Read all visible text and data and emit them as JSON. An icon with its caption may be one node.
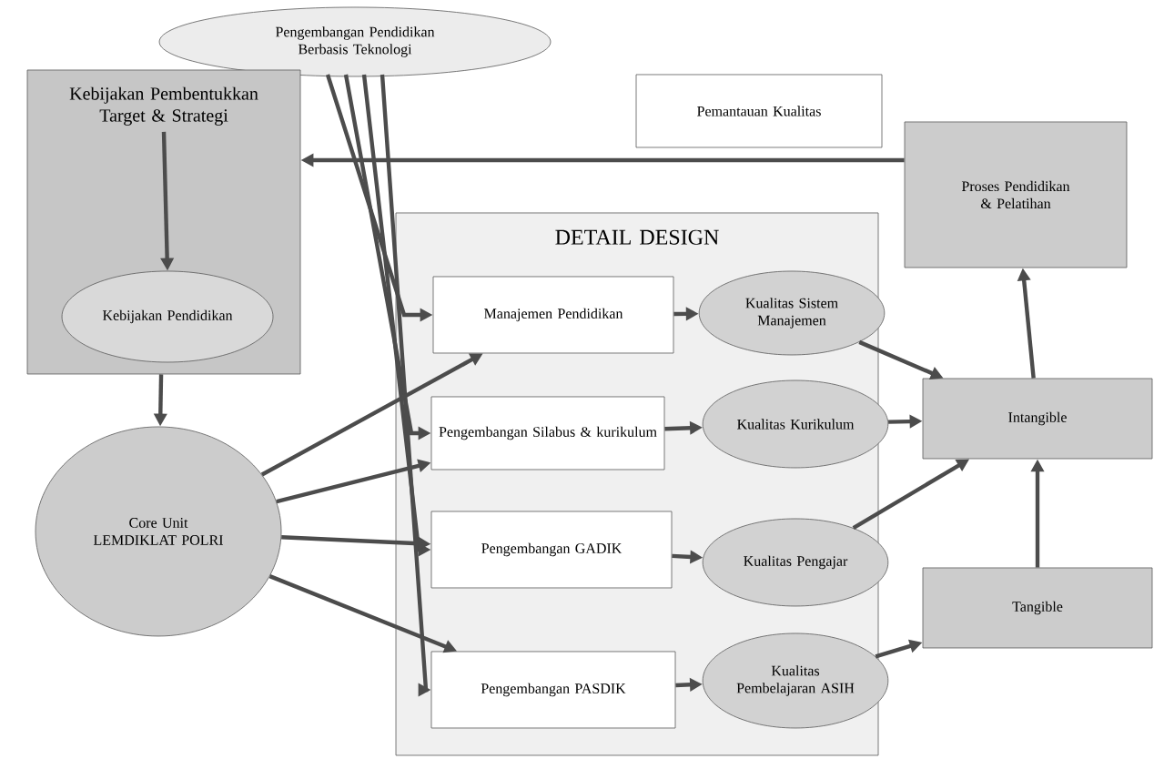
{
  "diagram": {
    "nodes": [
      {
        "text": [
          "Pengembangan Pendidikan Berbasis Teknologi"
        ]
      },
      {
        "text": [
          "Kebijakan Pembentukkan Target & Strategi"
        ]
      },
      {
        "text": [
          "Kebijakan Pendidikan"
        ],
        "in": 1
      },
      {
        "text": [
          "Pemantauan Kualitas"
        ]
      },
      {
        "text": [
          "Proses Pendidikan & Pelatihan"
        ]
      },
      {
        "text": [
          "DETAIL DESIGN"
        ]
      },
      {
        "text": [
          "Manajemen Pendidikan"
        ],
        "in": 5
      },
      {
        "text": [
          "Kualitas Sistem Manajemen"
        ],
        "in": 5
      },
      {
        "text": [
          "Pengembangan Silabus & kurikulum"
        ],
        "in": 5
      },
      {
        "text": [
          "Kualitas Kurikulum"
        ],
        "in": 5
      },
      {
        "text": [
          "Pengembangan GADIK"
        ],
        "in": 5
      },
      {
        "text": [
          "Kualitas Pengajar"
        ],
        "in": 5
      },
      {
        "text": [
          "Pengembangan PASDIK"
        ],
        "in": 5
      },
      {
        "text": [
          "Kualitas Pembelajaran ASIH"
        ],
        "in": 5
      },
      {
        "text": [
          "Intangible"
        ]
      },
      {
        "text": [
          "Tangible"
        ]
      },
      {
        "text": [
          "Core Unit LEMDIKLAT POLRI"
        ]
      }
    ],
    "edges": [
      {
        "from": 4,
        "to": 1,
        "arrow": "to"
      },
      {
        "from": 0,
        "to": 6,
        "arrow": "to"
      },
      {
        "from": 0,
        "to": 8,
        "arrow": "to"
      },
      {
        "from": 0,
        "to": 10,
        "arrow": "to"
      },
      {
        "from": 0,
        "to": 12,
        "arrow": "to"
      },
      {
        "from": 1,
        "to": 2,
        "arrow": "to"
      },
      {
        "from": 1,
        "to": 16,
        "arrow": "to"
      },
      {
        "from": 16,
        "to": 6,
        "arrow": "to"
      },
      {
        "from": 16,
        "to": 8,
        "arrow": "to"
      },
      {
        "from": 16,
        "to": 10,
        "arrow": "to"
      },
      {
        "from": 16,
        "to": 12,
        "arrow": "to"
      },
      {
        "from": 6,
        "to": 7,
        "arrow": "to"
      },
      {
        "from": 8,
        "to": 9,
        "arrow": "to"
      },
      {
        "from": 10,
        "to": 11,
        "arrow": "to"
      },
      {
        "from": 12,
        "to": 13,
        "arrow": "to"
      },
      {
        "from": 7,
        "to": 14,
        "arrow": "to"
      },
      {
        "from": 9,
        "to": 14,
        "arrow": "to"
      },
      {
        "from": 11,
        "to": 14,
        "arrow": "to"
      },
      {
        "from": 13,
        "to": 15,
        "arrow": "to"
      },
      {
        "from": 15,
        "to": 14,
        "arrow": "to"
      },
      {
        "from": 14,
        "to": 4,
        "arrow": "to"
      }
    ]
  }
}
